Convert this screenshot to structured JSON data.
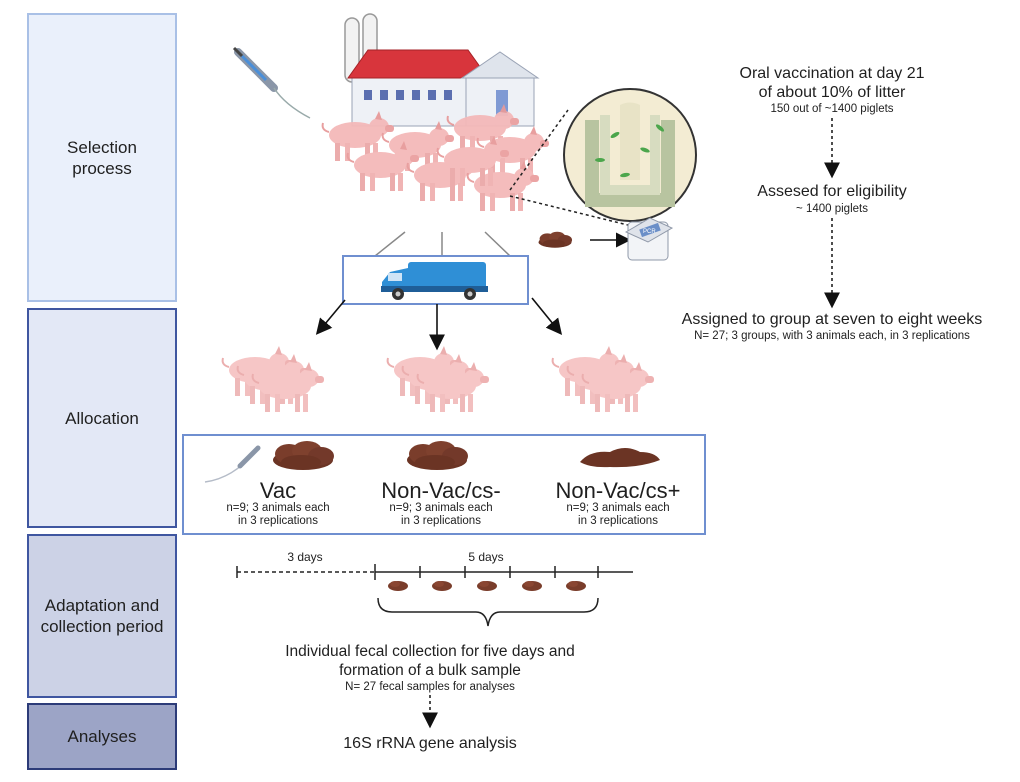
{
  "phases": {
    "selection": "Selection\nprocess",
    "allocation": "Allocation",
    "adaptation": "Adaptation and\ncollection period",
    "analyses": "Analyses"
  },
  "right_flow": {
    "step1_main": "Oral vaccination at day 21\nof about 10% of litter",
    "step1_sub": "150 out of ~1400 piglets",
    "step2_main": "Assesed for eligibility",
    "step2_sub": "~ 1400 piglets",
    "step3_main": "Assigned to group at seven to eight weeks",
    "step3_sub": "N= 27; 3 groups, with 3 animals each, in 3 replications"
  },
  "pcr_label": "PCR",
  "groups": [
    {
      "name": "Vac",
      "desc": "n=9; 3 animals each\nin 3 replications"
    },
    {
      "name": "Non-Vac/cs-",
      "desc": "n=9; 3 animals each\nin 3 replications"
    },
    {
      "name": "Non-Vac/cs+",
      "desc": "n=9; 3 animals each\nin 3 replications"
    }
  ],
  "timeline": {
    "label_3days": "3 days",
    "label_5days": "5 days"
  },
  "collection": {
    "main": "Individual fecal collection for five days and\nformation of a bulk sample",
    "sub": "N= 27 fecal samples for analyses"
  },
  "analysis": "16S rRNA gene analysis",
  "colors": {
    "pig": "#f4b9b9",
    "pig_dark": "#e79a9a",
    "feces": "#7a3d2b",
    "feces_dark": "#5e2c1e",
    "van": "#2f8fd6",
    "roof": "#d8353c",
    "box_border": "#6f8fd0"
  }
}
